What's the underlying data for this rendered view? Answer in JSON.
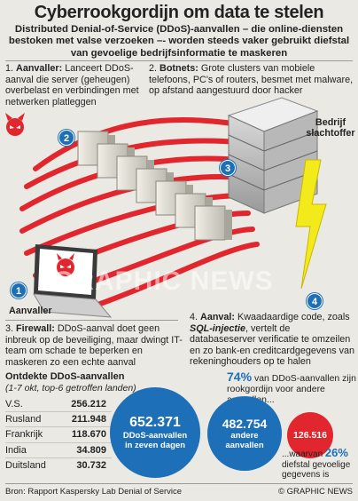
{
  "title": "Cyberrookgordijn om data te stelen",
  "subtitle": "Distributed Denial-of-Service (DDoS)-aanvallen – die online-diensten bestoken met valse verzoeken –- worden steeds vaker gebruikt diefstal van gevoelige bedrijfsinformatie te maskeren",
  "steps": {
    "s1": {
      "num": "1",
      "label": "Aanvaller:",
      "text": "Lanceert DDoS-aanval die server (geheugen) overbelast en verbindingen met netwerken platleggen"
    },
    "s2": {
      "num": "2",
      "label": "Botnets:",
      "text": "Grote clusters van mobiele telefoons, PC's of routers, besmet met malware, op afstand aangestuurd door hacker"
    },
    "s3": {
      "num": "3",
      "label": "Firewall:",
      "text": "DDoS-aanval doet geen inbreuk op de beveiliging, maar dwingt IT-team om schade te beperken en maskeren zo een echte aanval"
    },
    "s4": {
      "num": "4",
      "label": "Aanval:",
      "text_a": "Kwaadaardige code, zoals",
      "highlight": "SQL-injectie",
      "text_b": ", vertelt de databaseserver verificatie te omzeilen en zo bank-en creditcardgegevens van rekeninghouders op te halen"
    }
  },
  "labels": {
    "aanvaller": "Aanvaller",
    "bedrijf": "Bedrijf",
    "slachtoffer": "slachtoffer"
  },
  "markers": {
    "m1": "1",
    "m2": "2",
    "m3": "3",
    "m4": "4"
  },
  "watermark": "GRAPHIC NEWS",
  "detected": {
    "heading": "Ontdekte DDoS-aanvallen",
    "subheading": "(1-7 okt, top-6 getroffen landen)",
    "rows": [
      {
        "country": "V.S.",
        "value": "256.212"
      },
      {
        "country": "Rusland",
        "value": "211.948"
      },
      {
        "country": "Frankrijk",
        "value": "118.670"
      },
      {
        "country": "India",
        "value": "34.809"
      },
      {
        "country": "Duitsland",
        "value": "30.732"
      }
    ]
  },
  "stats": {
    "total_value": "652.371",
    "total_label": "DDoS-aanvallen in zeven dagen",
    "other_value": "482.754",
    "other_label": "andere aanvallen",
    "pct74": "74%",
    "pct74_text": "van DDoS-aanvallen zijn rookgordijn voor andere aanvallen...",
    "red_value": "126.516",
    "pct26_pre": "...waarvan",
    "pct26": "26%",
    "pct26_text": "diefstal gevoelige gegevens is"
  },
  "footer": {
    "source": "Bron: Rapport Kaspersky Lab Denial of Service",
    "credit": "© GRAPHIC NEWS"
  },
  "colors": {
    "blue": "#1d6fb8",
    "red": "#e1272d",
    "bg": "#eae9e3",
    "lightning": "#f2ea1a"
  }
}
